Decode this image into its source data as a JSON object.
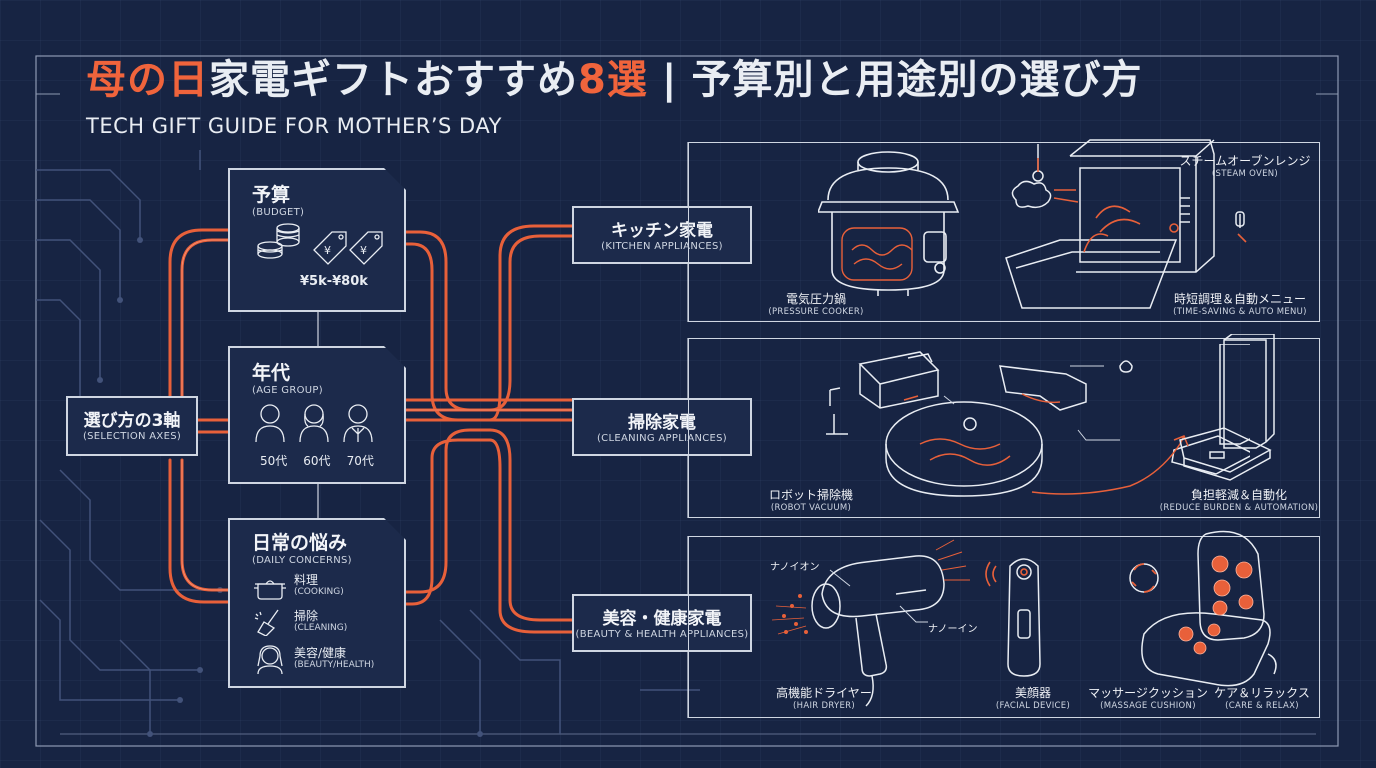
{
  "title": {
    "highlight": "母の日",
    "part1": "家電ギフトおすすめ",
    "number": "8選",
    "separator": "|",
    "part2": "予算別と用途別の選び方"
  },
  "subtitle": "TECH GIFT GUIDE FOR MOTHER’S DAY",
  "root": {
    "label": "選び方の3軸",
    "sub": "(SELECTION AXES)"
  },
  "budget": {
    "label": "予算",
    "sub": "(BUDGET)",
    "range": "¥5k-¥80k",
    "icons": [
      "coins-icon",
      "price-tag-icon",
      "price-tag-icon"
    ]
  },
  "age": {
    "label": "年代",
    "sub": "(AGE GROUP)",
    "groups": [
      "50代",
      "60代",
      "70代"
    ]
  },
  "concerns": {
    "label": "日常の悩み",
    "sub": "(DAILY CONCERNS)",
    "items": [
      {
        "label": "料理",
        "sub": "(COOKING)",
        "icon": "pot-icon"
      },
      {
        "label": "掃除",
        "sub": "(CLEANING)",
        "icon": "broom-icon"
      },
      {
        "label": "美容/健康",
        "sub": "(BEAUTY/HEALTH)",
        "icon": "woman-face-icon"
      }
    ]
  },
  "categories": [
    {
      "label": "キッチン家電",
      "sub": "(KITCHEN APPLIANCES)"
    },
    {
      "label": "掃除家電",
      "sub": "(CLEANING APPLIANCES)"
    },
    {
      "label": "美容・健康家電",
      "sub": "(BEAUTY & HEALTH APPLIANCES)"
    }
  ],
  "kitchen": {
    "pressure_cooker": {
      "label": "電気圧力鍋",
      "sub": "(PRESSURE COOKER)"
    },
    "steam_oven": {
      "label": "スチームオーブンレンジ",
      "sub": "(STEAM OVEN)"
    },
    "feature": {
      "label": "時短調理＆自動メニュー",
      "sub": "(TIME-SAVING & AUTO MENU)"
    }
  },
  "cleaning": {
    "robot": {
      "label": "ロボット掃除機",
      "sub": "(ROBOT VACUUM)"
    },
    "feature": {
      "label": "負担軽減＆自動化",
      "sub": "(REDUCE BURDEN & AUTOMATION)"
    }
  },
  "beauty": {
    "nanoion_top": "ナノイオン",
    "nanoion_right": "ナノーイン",
    "dryer": {
      "label": "高機能ドライヤー",
      "sub": "(HAIR DRYER)"
    },
    "facial": {
      "label": "美顔器",
      "sub": "(FACIAL DEVICE)"
    },
    "massage": {
      "label": "マッサージクッション",
      "sub": "(MASSAGE CUSHION)"
    },
    "feature": {
      "label": "ケア＆リラックス",
      "sub": "(CARE & RELAX)"
    }
  },
  "colors": {
    "background": "#172443",
    "accent": "#f0643c",
    "line": "#cfd6e2",
    "wire": "#e8603a"
  }
}
